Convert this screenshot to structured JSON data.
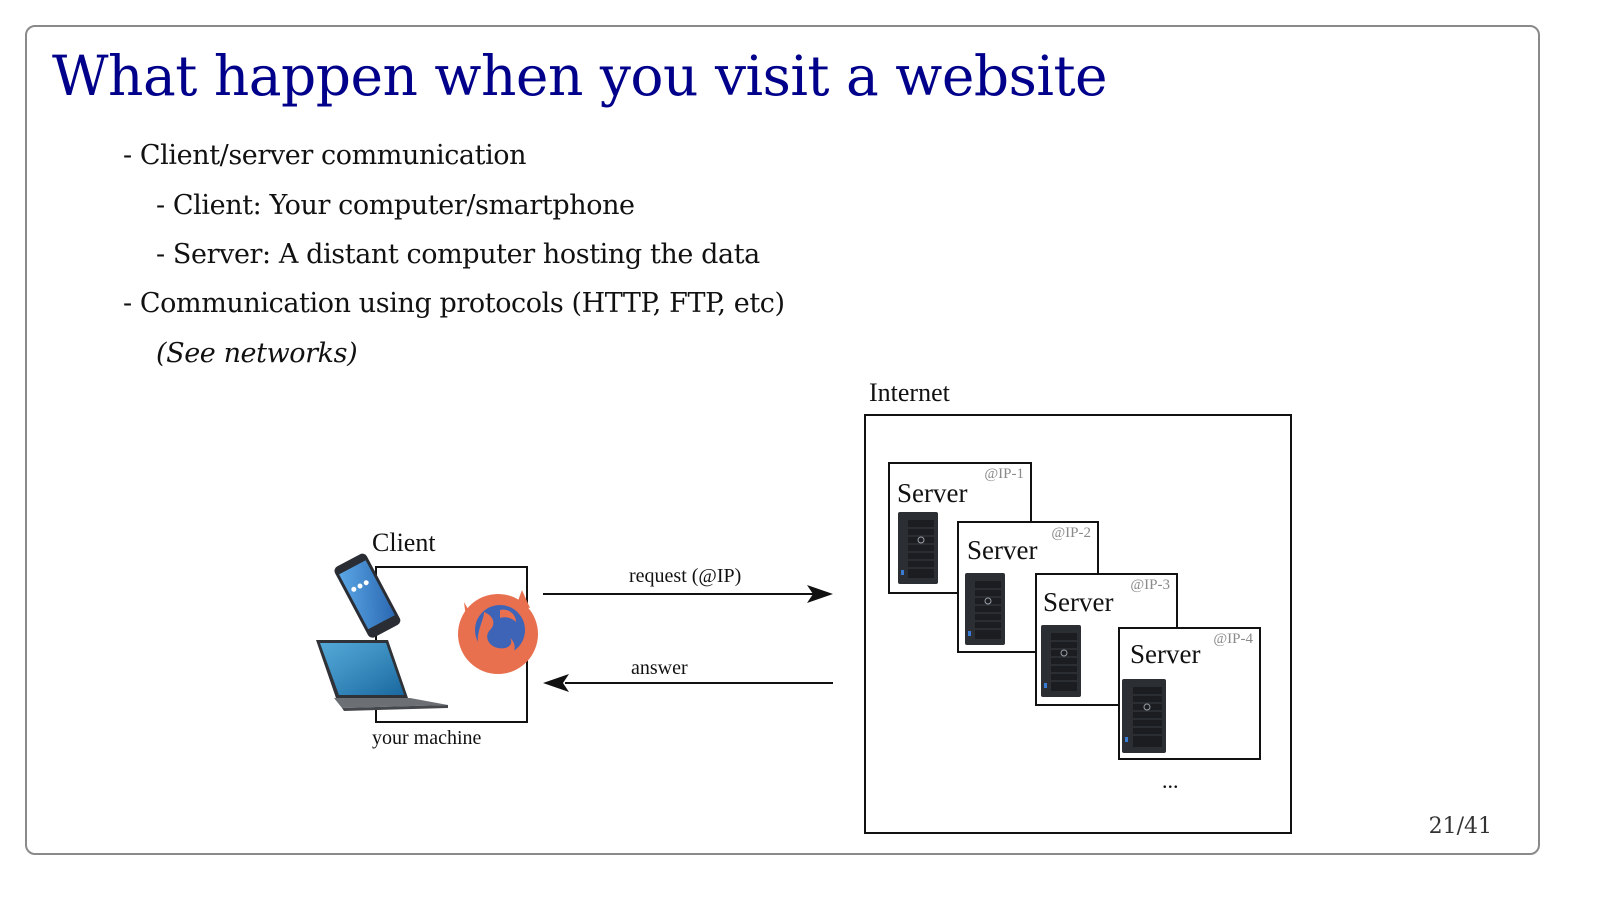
{
  "slide": {
    "title": "What happen when you visit a website",
    "bullets": [
      {
        "level": 1,
        "text": "- Client/server communication"
      },
      {
        "level": 2,
        "text": "- Client: Your computer/smartphone"
      },
      {
        "level": 2,
        "text": "- Server: A distant computer hosting the data"
      },
      {
        "level": 1,
        "text": "- Communication using protocols (HTTP, FTP, etc)"
      },
      {
        "level": 2,
        "text": "(See networks)",
        "italic": true
      }
    ],
    "page_number": "21/41"
  },
  "diagram": {
    "client": {
      "label": "Client",
      "caption": "your machine",
      "icons": [
        "smartphone-icon",
        "laptop-icon",
        "firefox-browser-icon"
      ]
    },
    "arrows": {
      "request_label": "request (@IP)",
      "answer_label": "answer"
    },
    "internet": {
      "label": "Internet",
      "servers": [
        {
          "label": "Server",
          "ip": "@IP-1"
        },
        {
          "label": "Server",
          "ip": "@IP-2"
        },
        {
          "label": "Server",
          "ip": "@IP-3"
        },
        {
          "label": "Server",
          "ip": "@IP-4"
        }
      ],
      "more": "..."
    }
  },
  "colors": {
    "title": "#00008b",
    "firefox_orange": "#e8704f",
    "firefox_blue": "#3e64b8",
    "ip_gray": "#8a8a8a"
  }
}
